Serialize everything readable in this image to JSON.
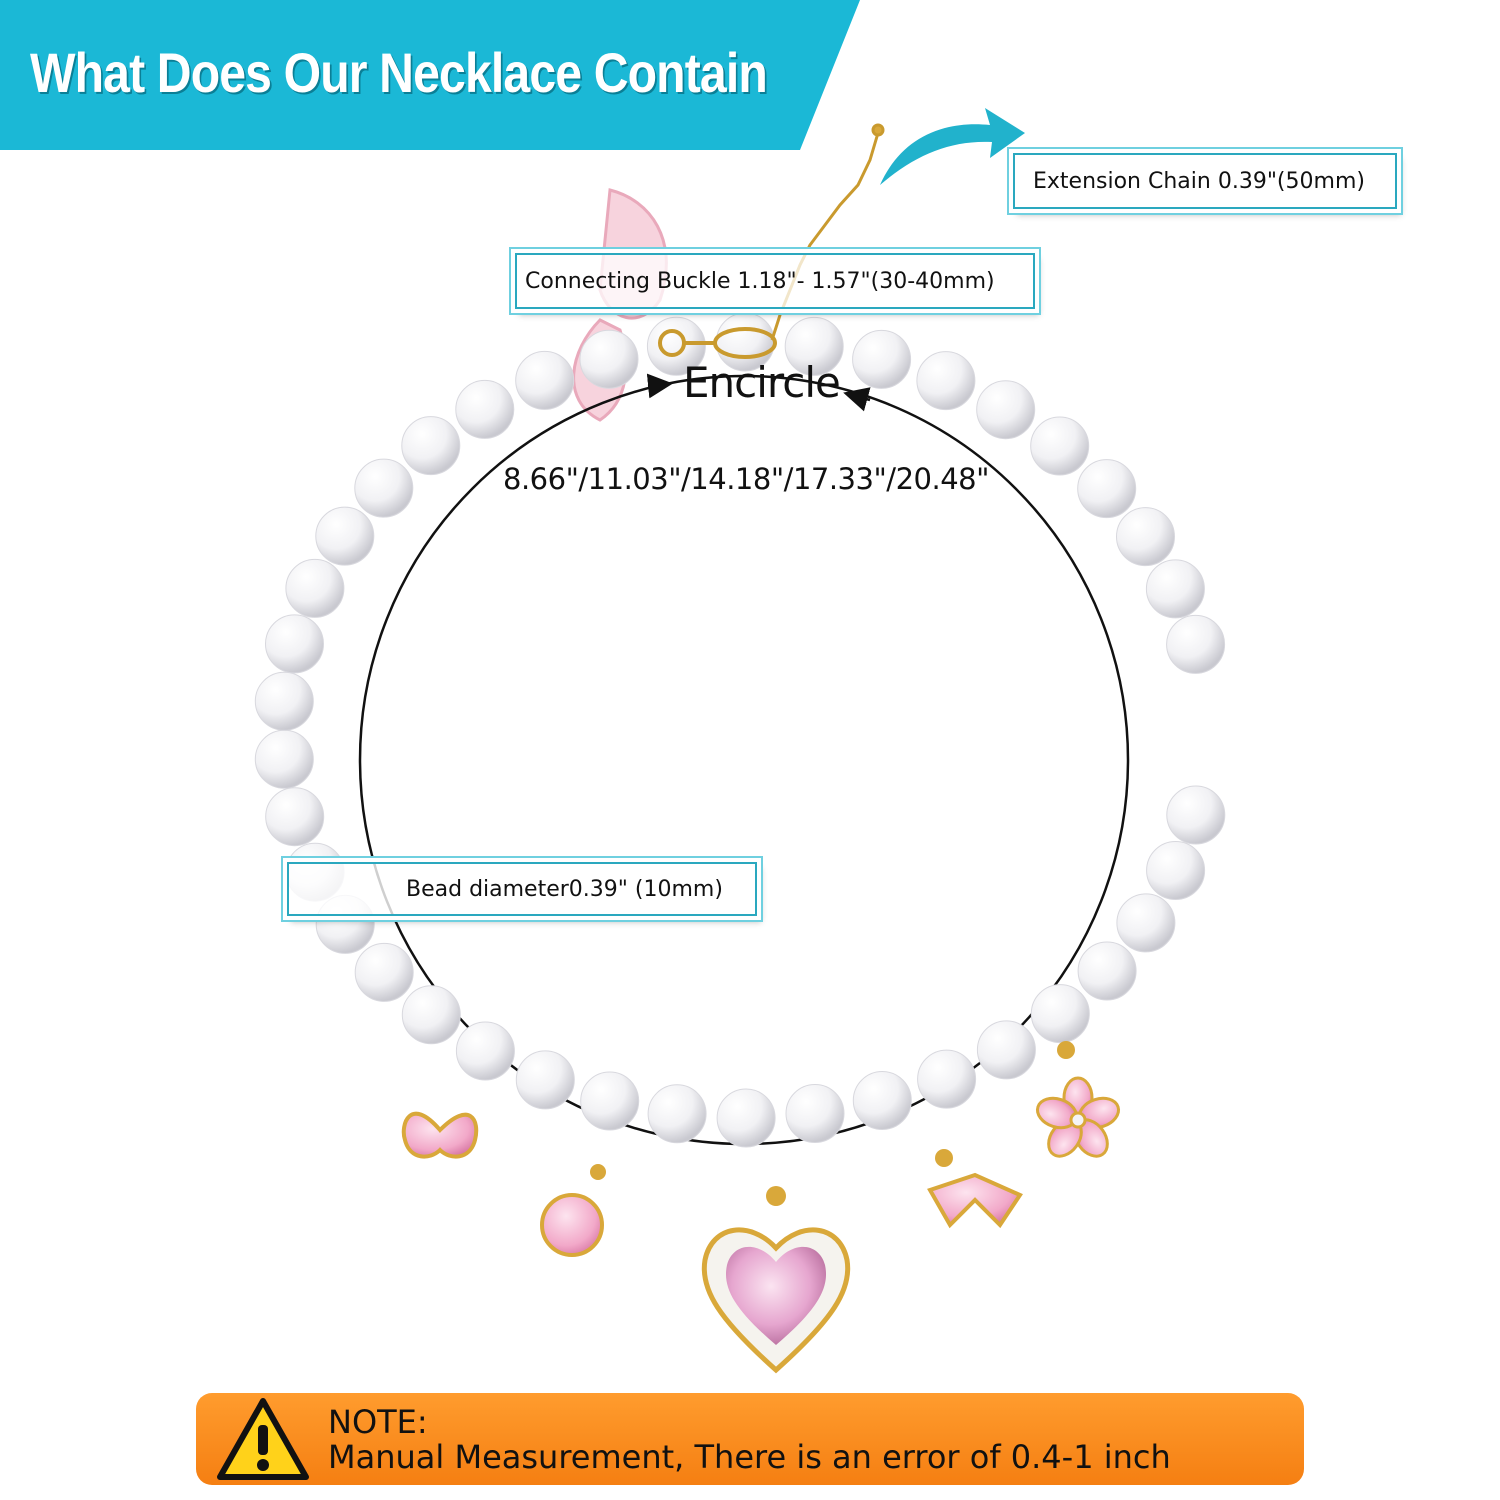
{
  "banner": {
    "title": "What Does Our Necklace Contain",
    "color": "#1bb8d6"
  },
  "labels": {
    "extension_chain": "Extension Chain 0.39\"(50mm)",
    "connecting_buckle": "Connecting Buckle 1.18\"- 1.57\"(30-40mm)",
    "bead_diameter": "Bead diameter0.39\"  (10mm)"
  },
  "measure": {
    "encircle": "Encircle",
    "sizes": "8.66\"/11.03\"/14.18\"/17.33\"/20.48\""
  },
  "note": {
    "title": "NOTE:",
    "text": "Manual Measurement, There is an error of 0.4-1 inch",
    "color": "#f7891c"
  },
  "icons": {
    "warning": "warning-triangle-icon",
    "arrow": "curved-arrow-icon"
  },
  "colors": {
    "accent": "#2aa8bf",
    "pearl": "#f4f4f6",
    "charm_pink": "#f2a9c9",
    "gold": "#d9a83a"
  }
}
